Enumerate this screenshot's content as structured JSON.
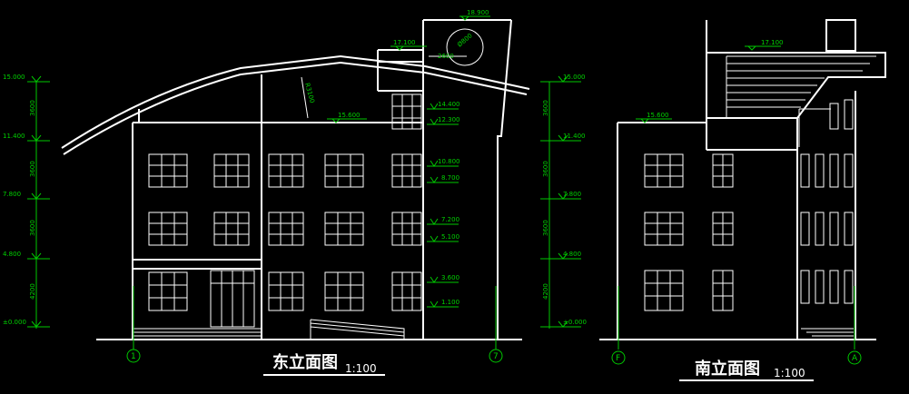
{
  "east_elevation": {
    "title": "东立面图",
    "scale": "1:100",
    "level_marks_left": [
      "15.000",
      "11.400",
      "7.800",
      "4.800",
      "±0.000"
    ],
    "segment_dims_left": [
      "3600",
      "3600",
      "3600",
      "4200"
    ],
    "level_marks_right": [
      "14.400",
      "12.300",
      "10.800",
      "8.700",
      "7.200",
      "5.100",
      "3.600",
      "1.100"
    ],
    "roof_marks": [
      "17.100",
      "18.900",
      "15.600"
    ],
    "dim_2600": "2600",
    "radius_label": "R3100",
    "circle_label": "Ø800",
    "axis_labels": [
      "1",
      "7"
    ]
  },
  "south_elevation": {
    "title": "南立面图",
    "scale": "1:100",
    "level_marks_left": [
      "15.000",
      "11.400",
      "7.800",
      "4.800",
      "±0.000"
    ],
    "segment_dims_left": [
      "3600",
      "3600",
      "3600",
      "4200"
    ],
    "roof_marks": [
      "17.100",
      "15.600"
    ],
    "axis_labels": [
      "F",
      "A"
    ]
  }
}
